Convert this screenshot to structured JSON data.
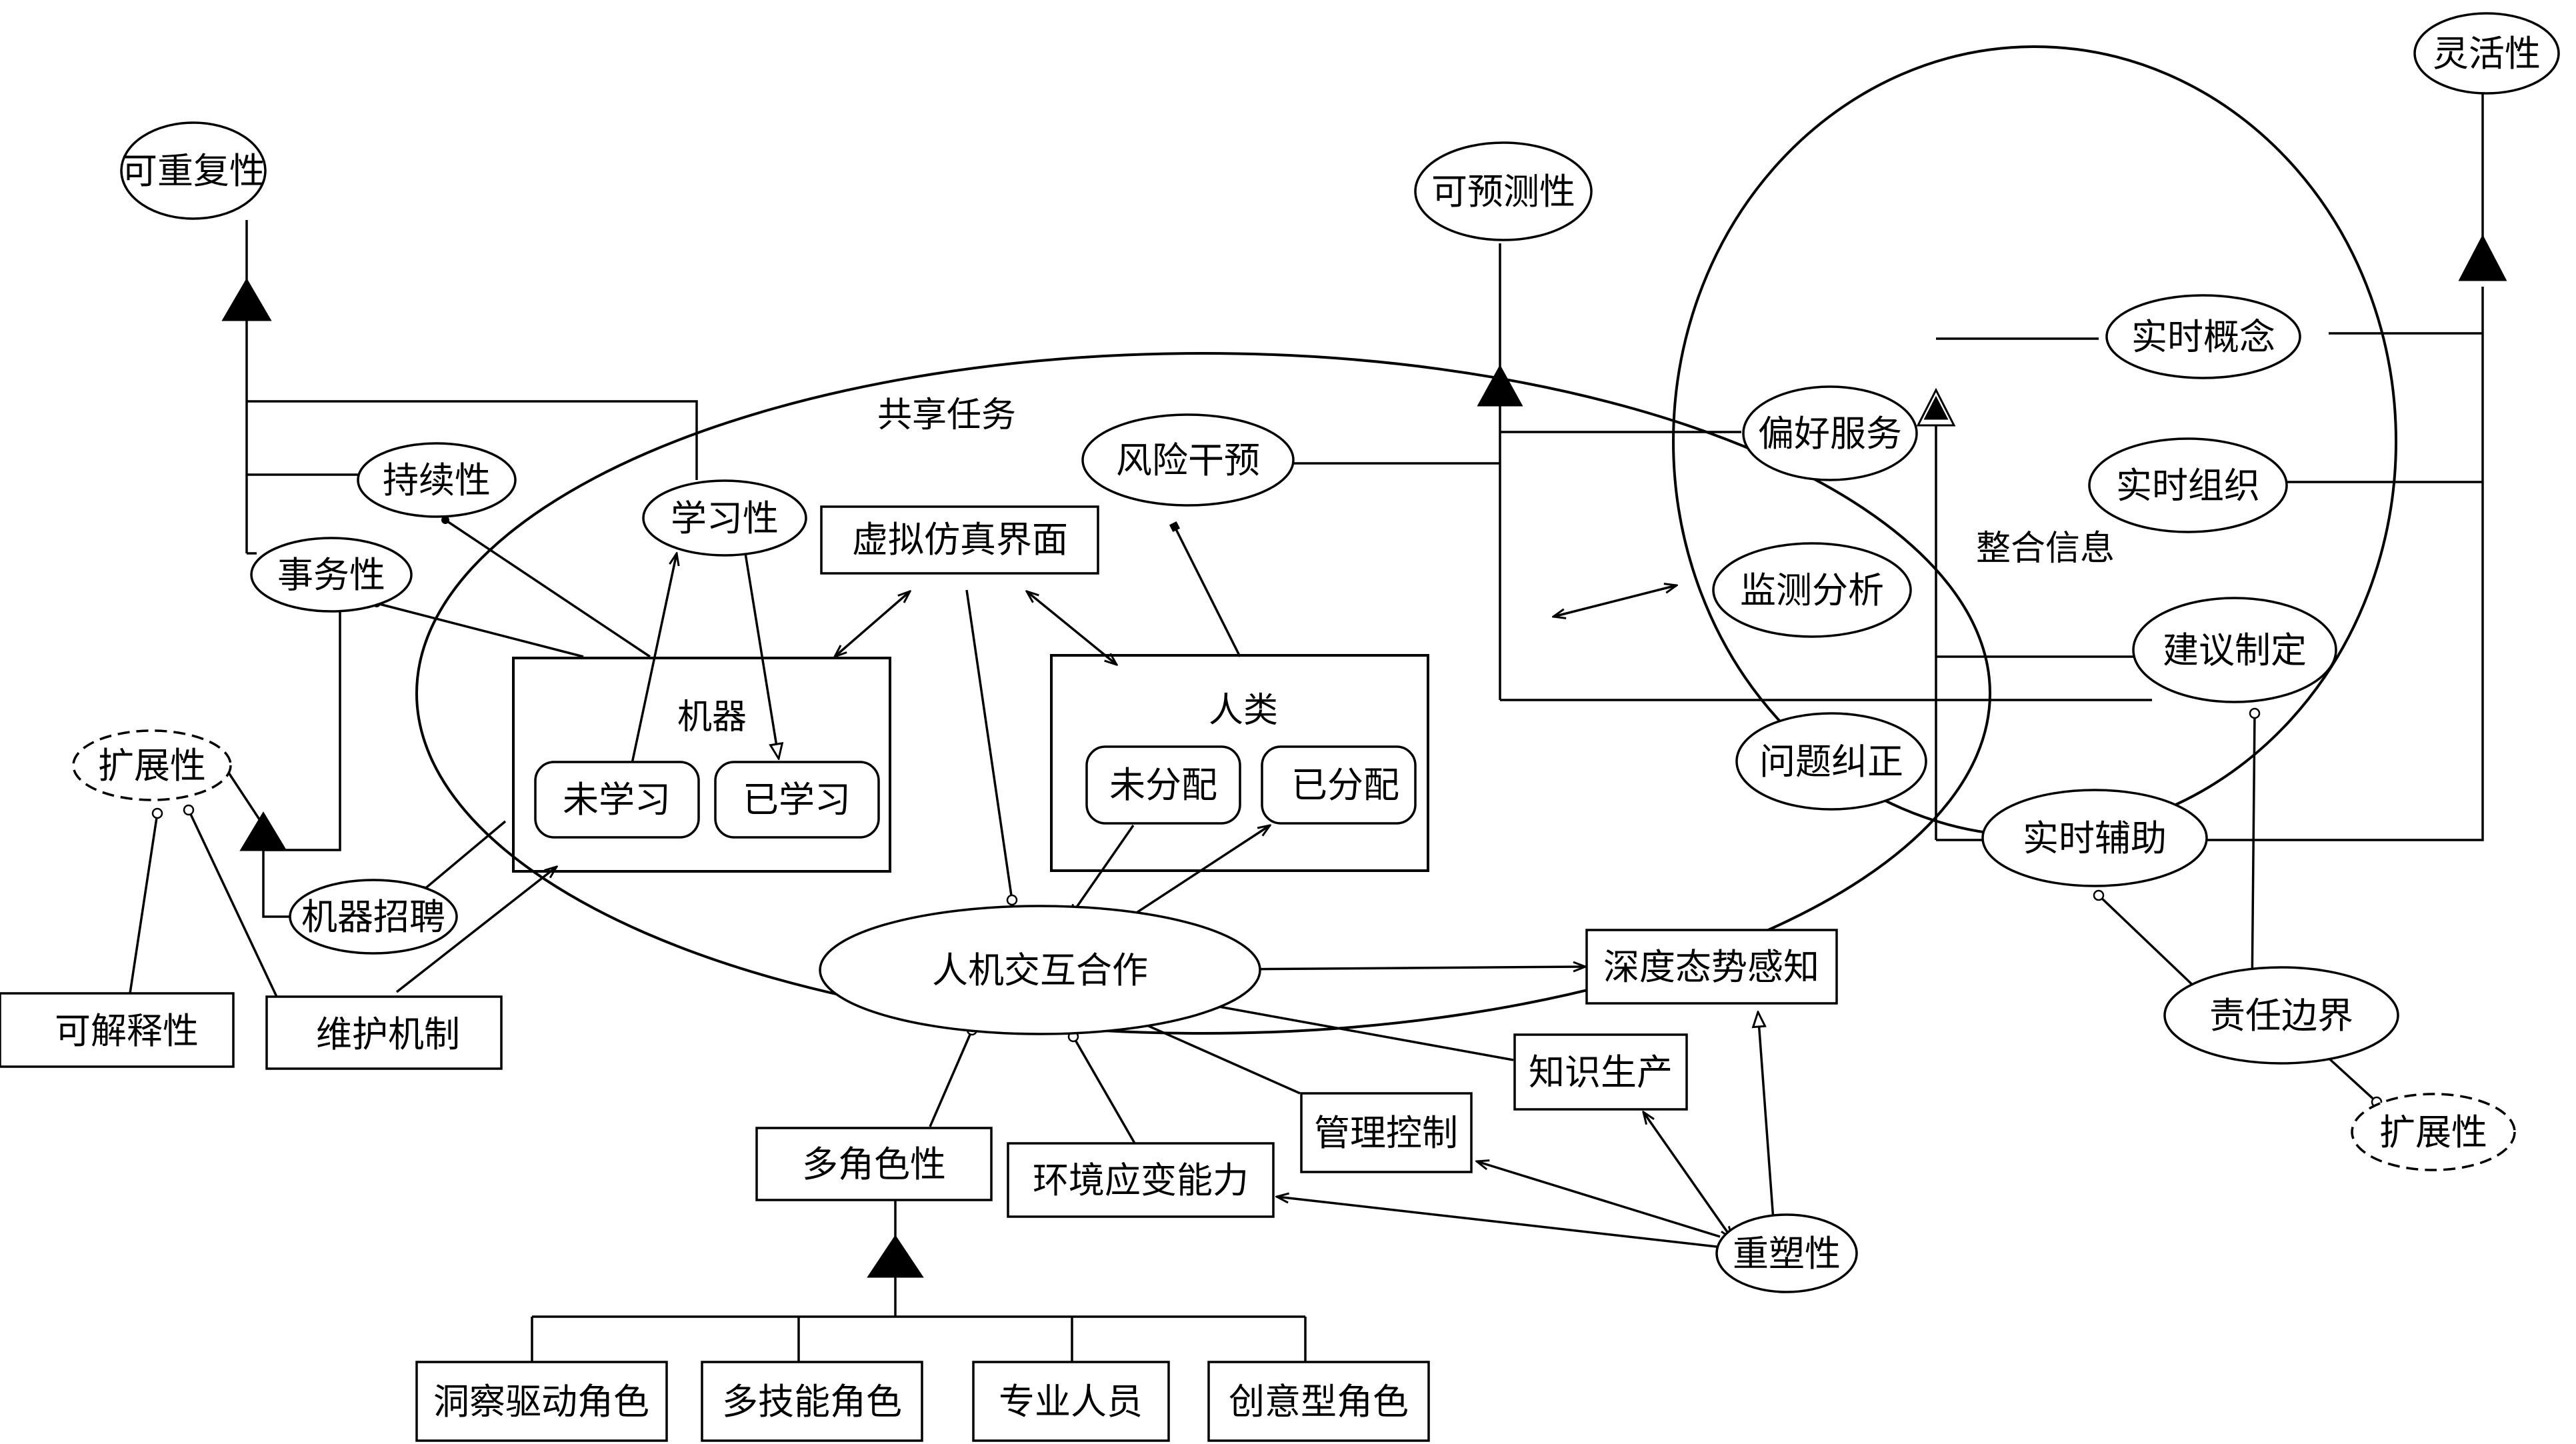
{
  "labels": {
    "shared_task": "共享任务",
    "integration": "整合信息",
    "machine": "机器",
    "human": "人类"
  },
  "nodes": {
    "repeatability": "可重复性",
    "sustainability": "持续性",
    "transactional": "事务性",
    "extensibility_left": "扩展性",
    "interpretability": "可解释性",
    "maintenance": "维护机制",
    "machine_recruit": "机器招聘",
    "learning": "学习性",
    "virtual_ui": "虚拟仿真界面",
    "risk_intervention": "风险干预",
    "unlearned": "未学习",
    "learned": "已学习",
    "unassigned": "未分配",
    "assigned": "已分配",
    "hmi_collab": "人机交互合作",
    "deep_awareness": "深度态势感知",
    "knowledge_prod": "知识生产",
    "mgmt_control": "管理控制",
    "env_adapt": "环境应变能力",
    "multi_role": "多角色性",
    "reshaping": "重塑性",
    "insight_role": "洞察驱动角色",
    "multi_skill": "多技能角色",
    "professional": "专业人员",
    "creative_role": "创意型角色",
    "predictability": "可预测性",
    "flexibility": "灵活性",
    "preference_service": "偏好服务",
    "monitor_analysis": "监测分析",
    "problem_correction": "问题纠正",
    "realtime_concept": "实时概念",
    "realtime_org": "实时组织",
    "suggestion": "建议制定",
    "realtime_assist": "实时辅助",
    "responsibility": "责任边界",
    "extensibility_right": "扩展性"
  }
}
